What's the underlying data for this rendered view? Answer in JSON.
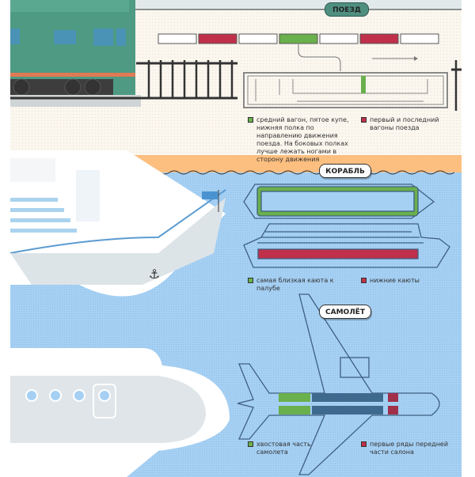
{
  "colors": {
    "green": "#6ab04c",
    "red": "#c0304a",
    "water": "#a6d0f3",
    "sand": "#fdbf80",
    "locomotive": "#4e9a82"
  },
  "train": {
    "title": "ПОЕЗД",
    "legend_green": "средний вагон, пятое купе, нижняя полка по направлению движения поезда. На боковых полках лучше лежать ногами в сторону движения",
    "legend_red": "первый и последний вагоны поезда"
  },
  "ship": {
    "title": "КОРАБЛЬ",
    "legend_green": "самая близкая каюта к палубе",
    "legend_red": "нижние каюты"
  },
  "plane": {
    "title": "САМОЛЁТ",
    "legend_green": "хвостовая часть самолета",
    "legend_red": "первые ряды передней части салона"
  }
}
